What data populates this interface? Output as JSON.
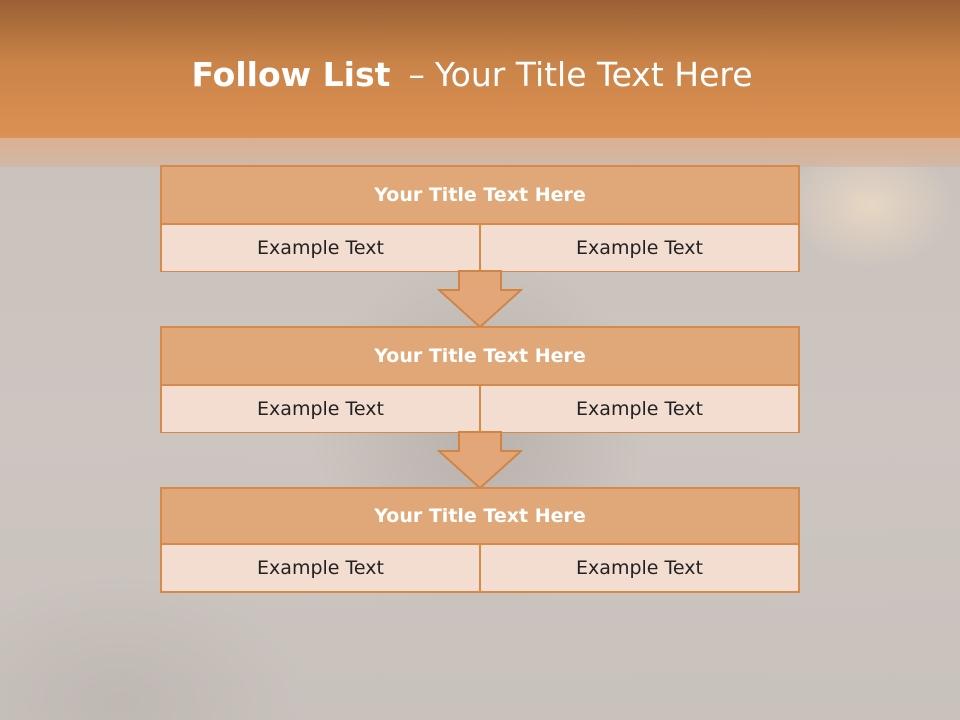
{
  "slide": {
    "title_bold": "Follow List",
    "title_separator": "–",
    "title_rest": "Your Title Text Here"
  },
  "blocks": [
    {
      "title": "Your Title Text Here",
      "left": "Example Text",
      "right": "Example Text"
    },
    {
      "title": "Your Title Text Here",
      "left": "Example Text",
      "right": "Example Text"
    },
    {
      "title": "Your Title Text Here",
      "left": "Example Text",
      "right": "Example Text"
    }
  ],
  "colors": {
    "header_orange": "#dd9154",
    "block_border": "#d68a4a",
    "block_header_fill": "#e0a878",
    "block_cell_fill": "#f3dcd0",
    "background_gray": "#cbc4bf"
  }
}
